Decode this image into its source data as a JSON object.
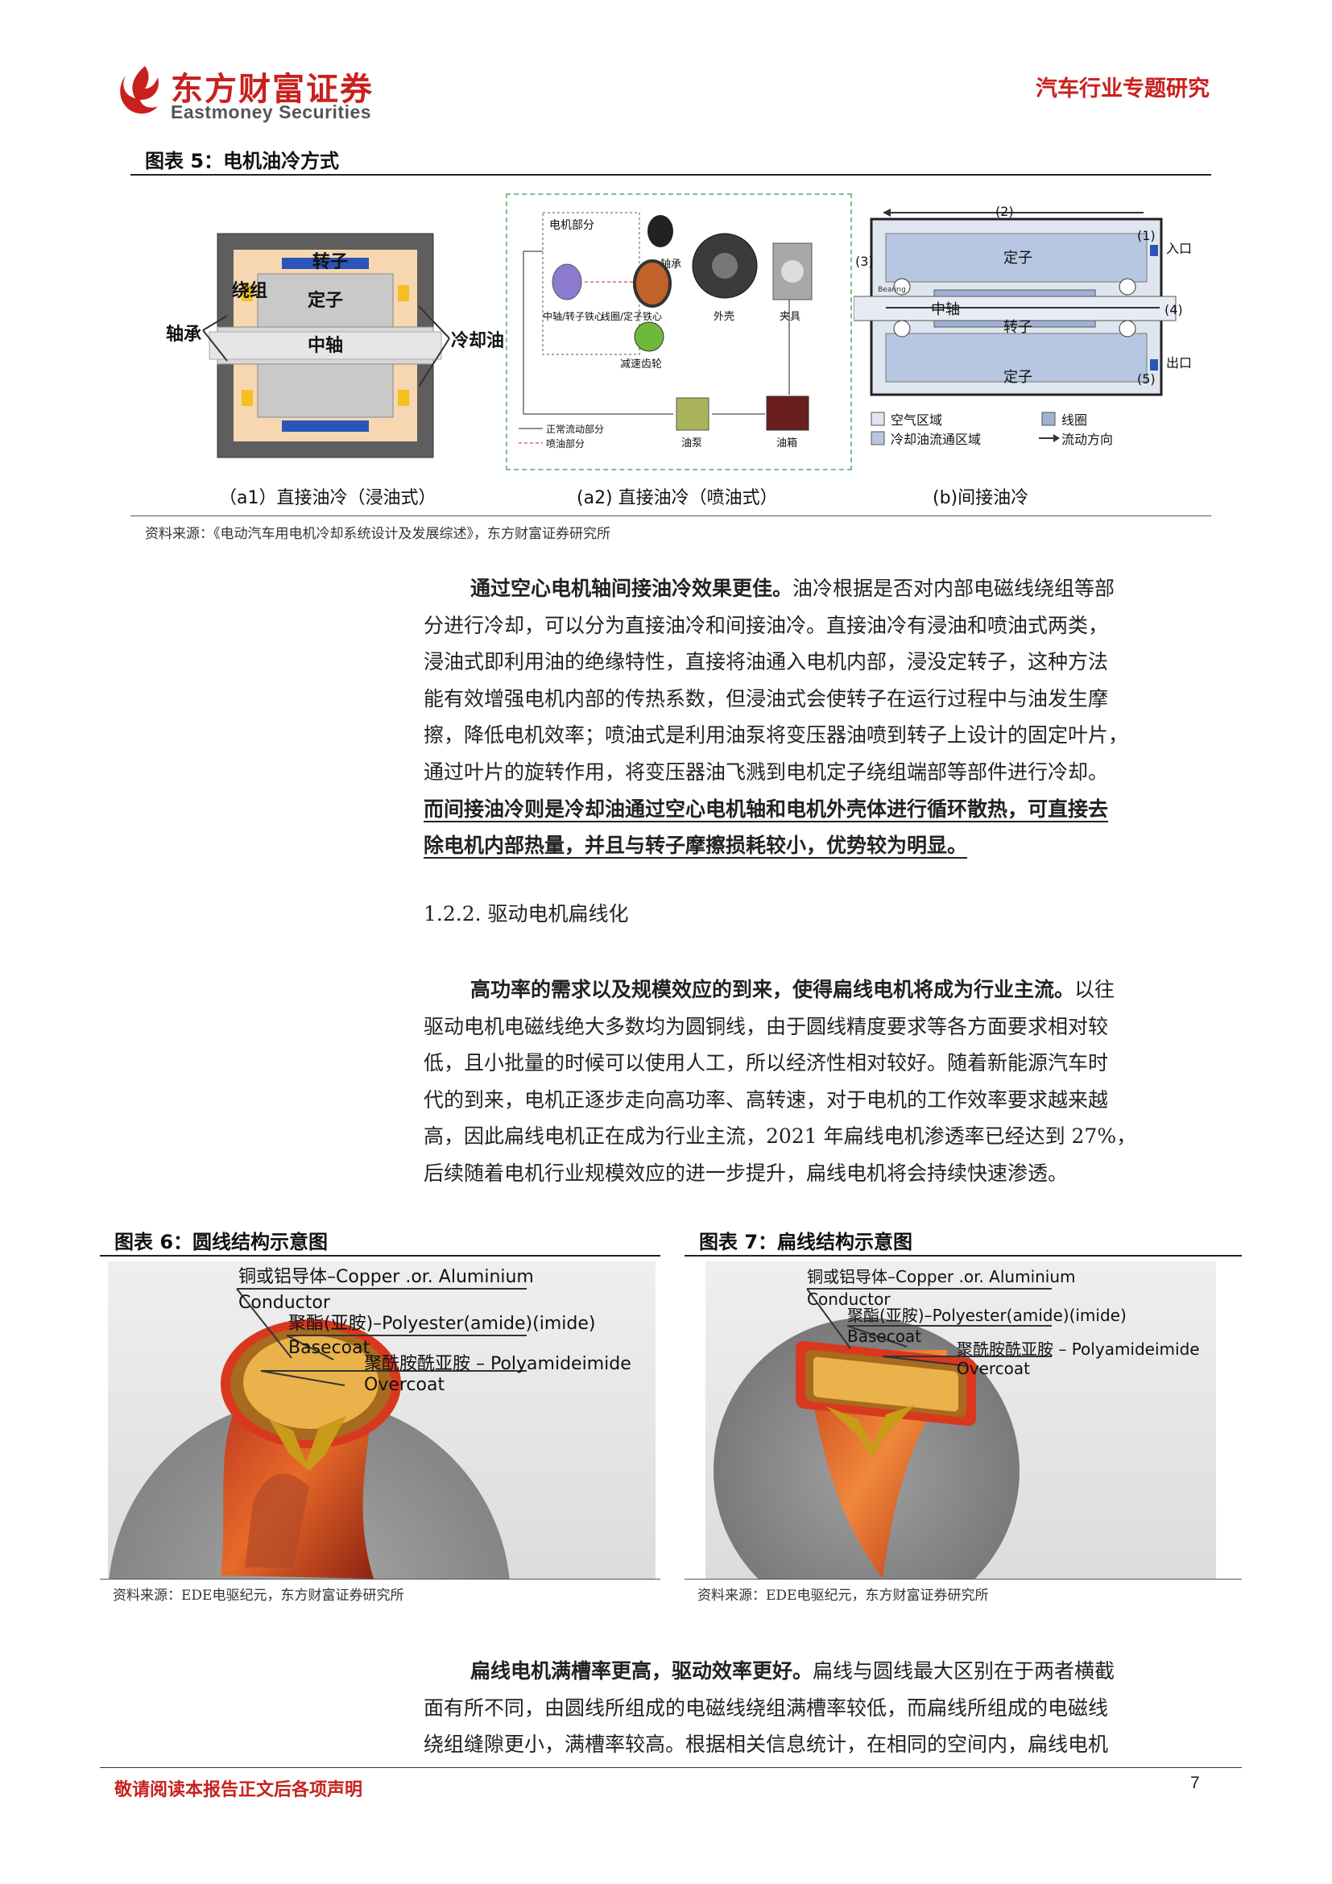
{
  "header": {
    "brand_cn": "东方财富证券",
    "brand_en": "Eastmoney Securities",
    "report_type": "汽车行业专题研究"
  },
  "figure5": {
    "title": "图表 5：电机油冷方式",
    "panel_a1": {
      "caption": "（a1）直接油冷（浸油式）",
      "labels": {
        "rotor": "转子",
        "winding": "绕组",
        "stator": "定子",
        "bearing": "轴承",
        "shaft": "中轴",
        "coolant": "冷却油"
      }
    },
    "panel_a2": {
      "caption": "(a2) 直接油冷（喷油式）",
      "labels": {
        "motor_part": "电机部分",
        "bearing": "轴承",
        "shaft_rotor": "中轴/转子铁心",
        "coil_stator": "线圈/定子铁心",
        "housing": "外壳",
        "clamp": "夹具",
        "gear": "减速齿轮",
        "pump": "油泵",
        "tank": "油箱",
        "legend_normal": "正常流动部分",
        "legend_spray": "喷油部分"
      }
    },
    "panel_b": {
      "caption": "(b)间接油冷",
      "labels": {
        "n1": "(1)",
        "n2": "(2)",
        "n3": "(3)",
        "n4": "(4)",
        "n5": "(5)",
        "inlet": "入口",
        "outlet": "出口",
        "stator_top": "定子",
        "stator_bottom": "定子",
        "shaft": "中轴",
        "rotor": "转子",
        "bearing_small": "Bearing",
        "legend_air": "空气区域",
        "legend_coil": "线圈",
        "legend_oil": "冷却油流通区域",
        "legend_flow": "流动方向"
      }
    },
    "source": "资料来源：《电动汽车用电机冷却系统设计及发展综述》，东方财富证券研究所"
  },
  "para1": {
    "bold": "通过空心电机轴间接油冷效果更佳。",
    "lines": [
      "油冷根据是否对内部电磁线绕组等部",
      "分进行冷却，可以分为直接油冷和间接油冷。直接油冷有浸油和喷油式两类，",
      "浸油式即利用油的绝缘特性，直接将油通入电机内部，浸没定转子，这种方法",
      "能有效增强电机内部的传热系数，但浸油式会使转子在运行过程中与油发生摩",
      "擦，降低电机效率；喷油式是利用油泵将变压器油喷到转子上设计的固定叶片，",
      "通过叶片的旋转作用，将变压器油飞溅到电机定子绕组端部等部件进行冷却。"
    ],
    "underlined": [
      "而间接油冷则是冷却油通过空心电机轴和电机外壳体进行循环散热，可直接去",
      "除电机内部热量，并且与转子摩擦损耗较小，优势较为明显。"
    ]
  },
  "section": "1.2.2. 驱动电机扁线化",
  "para2": {
    "bold": "高功率的需求以及规模效应的到来，使得扁线电机将成为行业主流。",
    "lines": [
      "以往",
      "驱动电机电磁线绝大多数均为圆铜线，由于圆线精度要求等各方面要求相对较",
      "低，且小批量的时候可以使用人工，所以经济性相对较好。随着新能源汽车时",
      "代的到来，电机正逐步走向高功率、高转速，对于电机的工作效率要求越来越",
      "高，因此扁线电机正在成为行业主流，2021 年扁线电机渗透率已经达到 27%，",
      "后续随着电机行业规模效应的进一步提升，扁线电机将会持续快速渗透。"
    ]
  },
  "figure6": {
    "title": "图表 6：圆线结构示意图",
    "labels": [
      "铜或铝导体–Copper .or. Aluminium",
      "Conductor",
      "聚酯(亚胺)–Polyester(amide)(imide)",
      "Basecoat",
      "聚酰胺酰亚胺 – Polyamideimide",
      "Overcoat"
    ],
    "source": "资料来源：EDE电驱纪元，东方财富证券研究所"
  },
  "figure7": {
    "title": "图表 7：扁线结构示意图",
    "labels": [
      "铜或铝导体–Copper .or. Aluminium",
      "Conductor",
      "聚酯(亚胺)–Polyester(amide)(imide)",
      "Basecoat",
      "聚酰胺酰亚胺 – Polyamideimide",
      "Overcoat"
    ],
    "source": "资料来源：EDE电驱纪元，东方财富证券研究所"
  },
  "para3": {
    "bold": "扁线电机满槽率更高，驱动效率更好。",
    "lines": [
      "扁线与圆线最大区别在于两者横截",
      "面有所不同，由圆线所组成的电磁线绕组满槽率较低，而扁线所组成的电磁线",
      "绕组缝隙更小，满槽率较高。根据相关信息统计，在相同的空间内，扁线电机"
    ]
  },
  "footer": {
    "disclaimer": "敬请阅读本报告正文后各项声明",
    "page": "7"
  },
  "colors": {
    "brand_red": "#c8201e",
    "copper": "#e9a53a",
    "insulation": "#d9381e"
  }
}
